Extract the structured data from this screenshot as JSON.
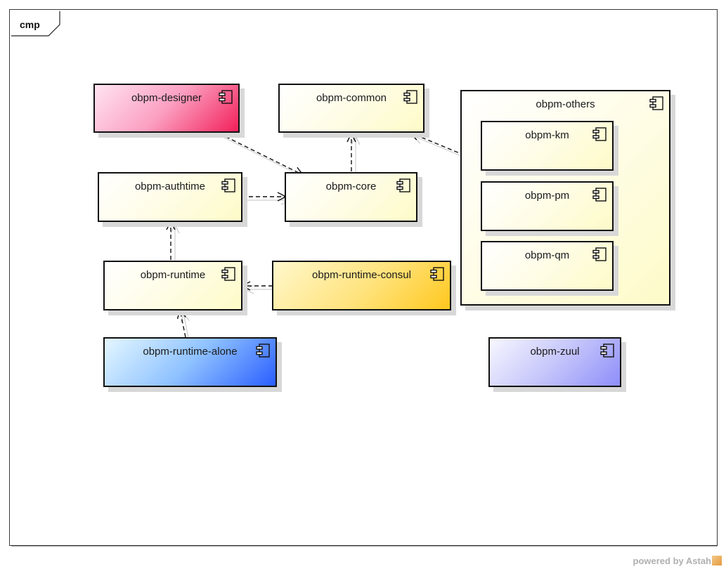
{
  "frame": {
    "tab_label": "cmp"
  },
  "components": {
    "designer": {
      "label": "obpm-designer"
    },
    "common": {
      "label": "obpm-common"
    },
    "others": {
      "label": "obpm-others"
    },
    "km": {
      "label": "obpm-km"
    },
    "pm": {
      "label": "obpm-pm"
    },
    "qm": {
      "label": "obpm-qm"
    },
    "authtime": {
      "label": "obpm-authtime"
    },
    "core": {
      "label": "obpm-core"
    },
    "runtime": {
      "label": "obpm-runtime"
    },
    "runtime_consul": {
      "label": "obpm-runtime-consul"
    },
    "runtime_alone": {
      "label": "obpm-runtime-alone"
    },
    "zuul": {
      "label": "obpm-zuul"
    }
  },
  "colors": {
    "designer": [
      "#ffe4f2",
      "#f2205a"
    ],
    "runtime_consul": [
      "#fff8cc",
      "#ffc81e"
    ],
    "runtime_alone": [
      "#e4f7ff",
      "#2a5eff"
    ],
    "zuul": [
      "#f7f7ff",
      "#8e8efa"
    ],
    "cream": [
      "#ffffff",
      "#fdfbc8"
    ]
  },
  "footer": {
    "watermark": "powered by Astah"
  }
}
